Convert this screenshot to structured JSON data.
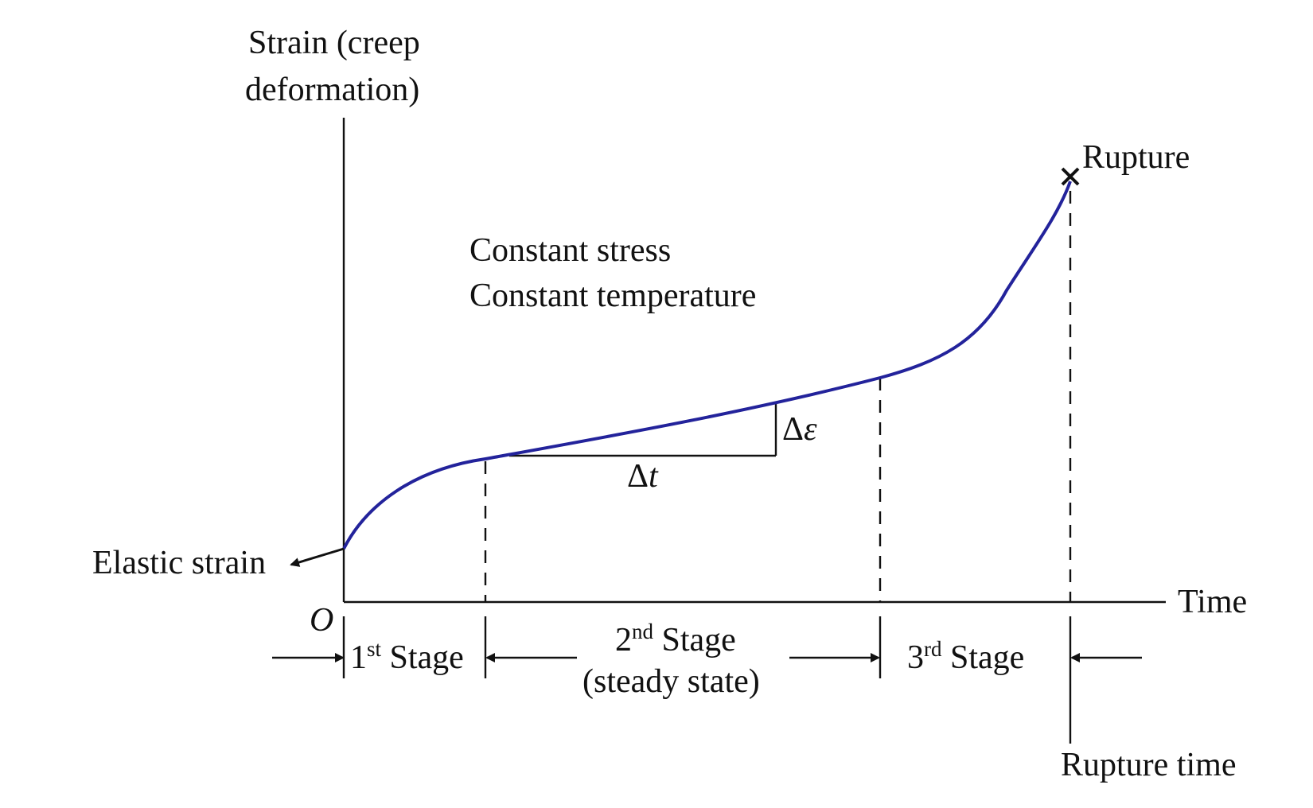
{
  "axes": {
    "y_label_line1": "Strain (creep",
    "y_label_line2": "deformation)",
    "x_label": "Time",
    "origin": "O"
  },
  "conditions": {
    "line1": "Constant stress",
    "line2": "Constant temperature"
  },
  "annotations": {
    "rupture": "Rupture",
    "rupture_time": "Rupture time",
    "elastic_strain": "Elastic strain",
    "delta_eps_symbol": "Δ",
    "delta_eps_var": "ε",
    "delta_t_symbol": "Δ",
    "delta_t_var": "t"
  },
  "stages": [
    {
      "num": "1",
      "sup": "st",
      "label": " Stage",
      "sub": ""
    },
    {
      "num": "2",
      "sup": "nd",
      "label": " Stage",
      "sub": "(steady state)"
    },
    {
      "num": "3",
      "sup": "rd",
      "label": " Stage",
      "sub": ""
    }
  ],
  "colors": {
    "curve": "#23239b",
    "ink": "#111111"
  }
}
